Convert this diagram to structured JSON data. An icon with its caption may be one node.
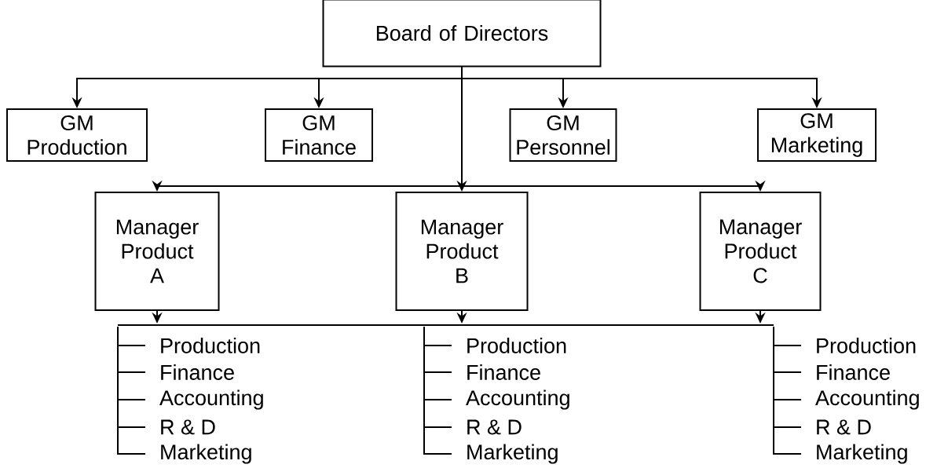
{
  "diagram": {
    "nodes": [
      {
        "text": [
          "Board of Directors"
        ]
      },
      {
        "text": [
          "GM Production"
        ]
      },
      {
        "text": [
          "GM Finance"
        ]
      },
      {
        "text": [
          "GM Personnel"
        ]
      },
      {
        "text": [
          "GM Marketing"
        ]
      },
      {
        "text": [
          "Manager Product A"
        ]
      },
      {
        "text": [
          "Manager Product B"
        ]
      },
      {
        "text": [
          "Manager Product C"
        ]
      },
      {
        "text": [],
        "shape": "bar"
      },
      {
        "text": [
          "Production"
        ]
      },
      {
        "text": [
          "Finance"
        ]
      },
      {
        "text": [
          "Accounting"
        ]
      },
      {
        "text": [
          "R & D"
        ]
      },
      {
        "text": [
          "Marketing"
        ]
      },
      {
        "text": [
          "Production"
        ]
      },
      {
        "text": [
          "Finance"
        ]
      },
      {
        "text": [
          "Accounting"
        ]
      },
      {
        "text": [
          "R & D"
        ]
      },
      {
        "text": [
          "Marketing"
        ]
      },
      {
        "text": [
          "Production"
        ]
      },
      {
        "text": [
          "Finance"
        ]
      },
      {
        "text": [
          "Accounting"
        ]
      },
      {
        "text": [
          "R & D"
        ]
      },
      {
        "text": [
          "Marketing"
        ]
      }
    ],
    "edges": [
      {
        "from": 0,
        "to": 1,
        "arrow": "to"
      },
      {
        "from": 0,
        "to": 2,
        "arrow": "to"
      },
      {
        "from": 0,
        "to": 3,
        "arrow": "to"
      },
      {
        "from": 0,
        "to": 4,
        "arrow": "to"
      },
      {
        "from": 0,
        "to": 5,
        "arrow": "to"
      },
      {
        "from": 0,
        "to": 6,
        "arrow": "to"
      },
      {
        "from": 0,
        "to": 7,
        "arrow": "to"
      },
      {
        "from": 5,
        "to": 8,
        "arrow": "to"
      },
      {
        "from": 6,
        "to": 8,
        "arrow": "to"
      },
      {
        "from": 7,
        "to": 8,
        "arrow": "to"
      },
      {
        "from": 8,
        "to": 9,
        "arrow": "none"
      },
      {
        "from": 8,
        "to": 10,
        "arrow": "none"
      },
      {
        "from": 8,
        "to": 11,
        "arrow": "none"
      },
      {
        "from": 8,
        "to": 12,
        "arrow": "none"
      },
      {
        "from": 8,
        "to": 13,
        "arrow": "none"
      },
      {
        "from": 8,
        "to": 14,
        "arrow": "none"
      },
      {
        "from": 8,
        "to": 15,
        "arrow": "none"
      },
      {
        "from": 8,
        "to": 16,
        "arrow": "none"
      },
      {
        "from": 8,
        "to": 17,
        "arrow": "none"
      },
      {
        "from": 8,
        "to": 18,
        "arrow": "none"
      },
      {
        "from": 8,
        "to": 19,
        "arrow": "none"
      },
      {
        "from": 8,
        "to": 20,
        "arrow": "none"
      },
      {
        "from": 8,
        "to": 21,
        "arrow": "none"
      },
      {
        "from": 8,
        "to": 22,
        "arrow": "none"
      },
      {
        "from": 8,
        "to": 23,
        "arrow": "none"
      }
    ]
  }
}
